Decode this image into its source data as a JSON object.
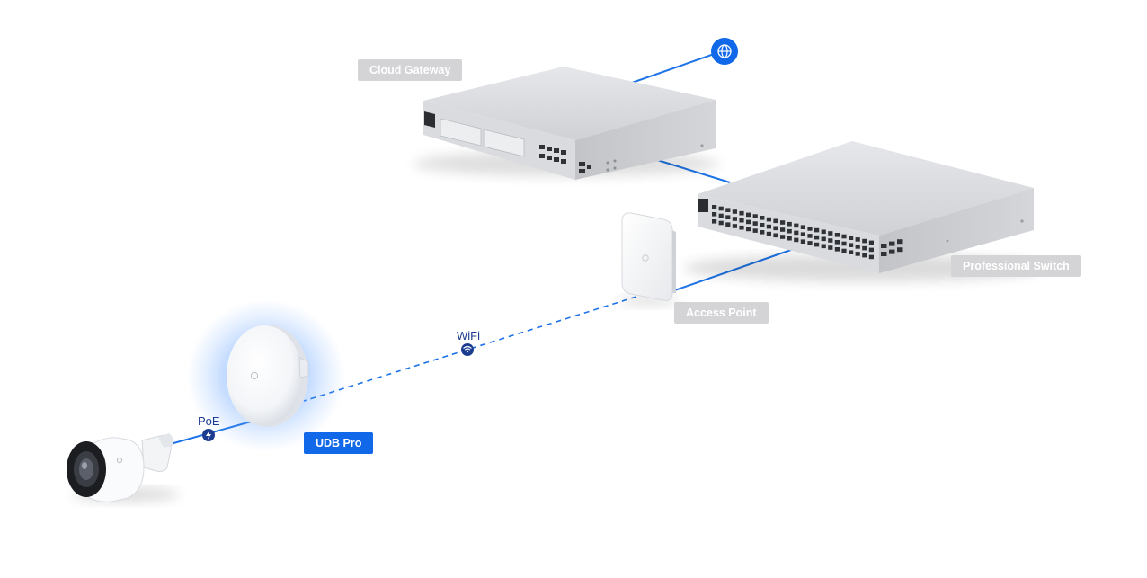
{
  "devices": {
    "cloud_gateway": {
      "label": "Cloud Gateway"
    },
    "professional_switch": {
      "label": "Professional Switch"
    },
    "access_point": {
      "label": "Access Point"
    },
    "udb_pro": {
      "label": "UDB Pro"
    },
    "camera": {
      "label": ""
    }
  },
  "links": {
    "poe": {
      "label": "PoE",
      "icon": "lightning-bolt-icon"
    },
    "wifi": {
      "label": "WiFi",
      "icon": "wifi-icon"
    },
    "internet": {
      "icon": "globe-icon"
    }
  },
  "colors": {
    "accent": "#1168e8",
    "link_line": "#1e74e6",
    "label_gray": "#d4d4d6",
    "label_text_dark": "#1c3d8f"
  }
}
